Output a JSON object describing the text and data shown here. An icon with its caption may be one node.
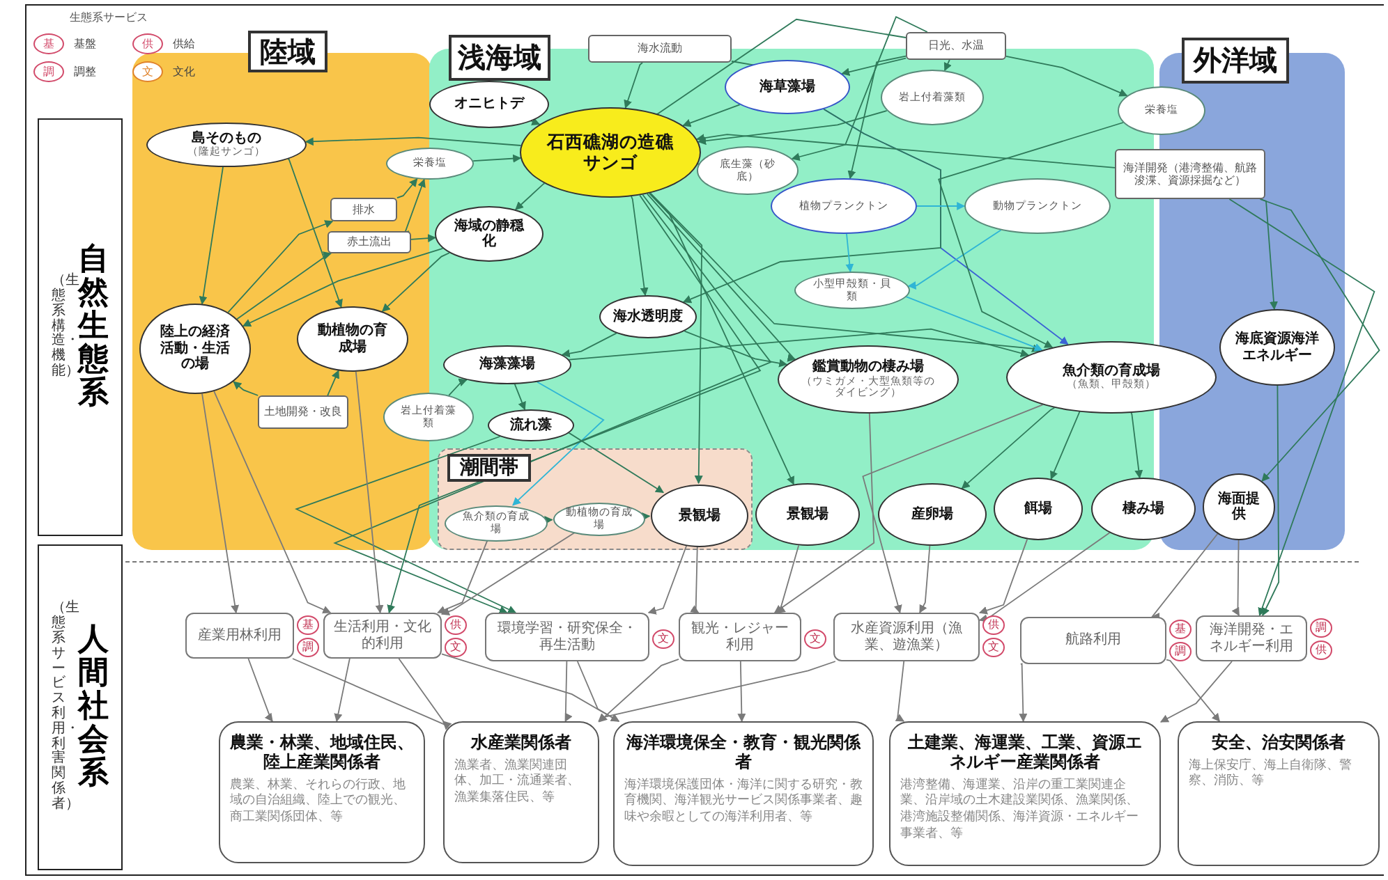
{
  "diagram": {
    "nodes": [
      {
        "text": [
          "陸域"
        ]
      },
      {
        "text": [
          "浅海域"
        ]
      },
      {
        "text": [
          "外洋域"
        ]
      },
      {
        "text": [
          "潮間帯"
        ],
        "in": 1
      },
      {
        "text": [
          "（生態系構造・機能）",
          "自然生態系"
        ]
      },
      {
        "text": [
          "（生態系サービス利用・利害関係者）",
          "人間社会系"
        ]
      },
      {
        "text": [
          "島そのもの",
          "（隆起サンゴ）"
        ],
        "in": 0
      },
      {
        "text": [
          "陸上の経済活動・生活の場"
        ],
        "in": 0
      },
      {
        "text": [
          "動植物の育成場"
        ],
        "in": 0
      },
      {
        "text": [
          "排水"
        ],
        "in": 0
      },
      {
        "text": [
          "赤土流出"
        ],
        "in": 0
      },
      {
        "text": [
          "栄養塩"
        ]
      },
      {
        "text": [
          "土地開発・改良"
        ],
        "in": 0
      },
      {
        "text": [
          "オニヒトデ"
        ],
        "in": 1
      },
      {
        "text": [
          "海水流動"
        ]
      },
      {
        "text": [
          "石西礁湖の造礁サンゴ"
        ],
        "in": 1
      },
      {
        "text": [
          "海草藻場"
        ],
        "in": 1
      },
      {
        "text": [
          "日光、水温"
        ]
      },
      {
        "text": [
          "岩上付着藻類"
        ],
        "in": 1
      },
      {
        "text": [
          "底生藻（砂底）"
        ],
        "in": 1
      },
      {
        "text": [
          "植物プランクトン"
        ],
        "in": 1
      },
      {
        "text": [
          "動物プランクトン"
        ],
        "in": 1
      },
      {
        "text": [
          "小型甲殻類・貝類"
        ],
        "in": 1
      },
      {
        "text": [
          "海域の静穏化"
        ],
        "in": 1
      },
      {
        "text": [
          "海水透明度"
        ],
        "in": 1
      },
      {
        "text": [
          "海藻藻場"
        ],
        "in": 1
      },
      {
        "text": [
          "岩上付着藻類"
        ]
      },
      {
        "text": [
          "流れ藻"
        ],
        "in": 1
      },
      {
        "text": [
          "鑑賞動物の棲み場",
          "（ウミガメ・大型魚類等のダイビング）"
        ],
        "in": 1
      },
      {
        "text": [
          "魚介類の育成場",
          "（魚類、甲殻類）"
        ]
      },
      {
        "text": [
          "栄養塩"
        ]
      },
      {
        "text": [
          "海洋開発（港湾整備、航路浚渫、資源採掘など）"
        ]
      },
      {
        "text": [
          "海底資源海洋エネルギー"
        ],
        "in": 2
      },
      {
        "text": [
          "魚介類の育成場"
        ],
        "in": 3
      },
      {
        "text": [
          "動植物の育成場"
        ],
        "in": 3
      },
      {
        "text": [
          "景観場"
        ],
        "in": 3
      },
      {
        "text": [
          "景観場"
        ],
        "in": 1
      },
      {
        "text": [
          "産卵場"
        ],
        "in": 1
      },
      {
        "text": [
          "餌場"
        ],
        "in": 1
      },
      {
        "text": [
          "棲み場"
        ],
        "in": 1
      },
      {
        "text": [
          "海面提供"
        ],
        "in": 2
      },
      {
        "text": [
          "産業用林利用"
        ],
        "beside": [
          "基",
          "調"
        ]
      },
      {
        "text": [
          "生活利用・文化的利用"
        ],
        "beside": [
          "供",
          "文"
        ]
      },
      {
        "text": [
          "環境学習・研究保全・再生活動"
        ],
        "beside": [
          "文"
        ]
      },
      {
        "text": [
          "観光・レジャー利用"
        ],
        "beside": [
          "文"
        ]
      },
      {
        "text": [
          "水産資源利用（漁業、遊漁業）"
        ],
        "beside": [
          "供",
          "文"
        ]
      },
      {
        "text": [
          "航路利用"
        ],
        "beside": [
          "基",
          "調"
        ]
      },
      {
        "text": [
          "海洋開発・エネルギー利用"
        ],
        "beside": [
          "調",
          "供"
        ]
      },
      {
        "text": [
          "農業・林業、地域住民、陸上産業関係者",
          "農業、林業、それらの行政、地域の自治組織、陸上での観光、商工業関係団体、等"
        ]
      },
      {
        "text": [
          "水産業関係者",
          "漁業者、漁業関連団体、加工・流通業者、漁業集落住民、等"
        ]
      },
      {
        "text": [
          "海洋環境保全・教育・観光関係者",
          "海洋環境保護団体・海洋に関する研究・教育機関、海洋観光サービス関係事業者、趣味や余暇としての海洋利用者、等"
        ]
      },
      {
        "text": [
          "土建業、海運業、工業、資源エネルギー産業関係者",
          "港湾整備、海運業、沿岸の重工業関連企業、沿岸域の土木建設業関係、漁業関係、港湾施設整備関係、海洋資源・エネルギー事業者、等"
        ]
      },
      {
        "text": [
          "安全、治安関係者",
          "海上保安庁、海上自衛隊、警察、消防、等"
        ]
      }
    ],
    "edges": [
      {
        "from": 14,
        "to": 15,
        "arrow": "to"
      },
      {
        "from": 14,
        "to": 16,
        "arrow": "to"
      },
      {
        "from": 17,
        "to": 16,
        "arrow": "to"
      },
      {
        "from": 17,
        "to": 15,
        "arrow": "to"
      },
      {
        "from": 17,
        "to": 18,
        "arrow": "to"
      },
      {
        "from": 17,
        "to": 19,
        "arrow": "to"
      },
      {
        "from": 17,
        "to": 20,
        "arrow": "to"
      },
      {
        "from": 17,
        "to": 30,
        "arrow": "to"
      },
      {
        "from": 13,
        "to": 15,
        "arrow": "to"
      },
      {
        "from": 15,
        "to": 6,
        "arrow": "to"
      },
      {
        "from": 7,
        "to": 9,
        "arrow": "to"
      },
      {
        "from": 7,
        "to": 10,
        "arrow": "to"
      },
      {
        "from": 9,
        "to": 11,
        "arrow": "to"
      },
      {
        "from": 10,
        "to": 11,
        "arrow": "to"
      },
      {
        "from": 10,
        "to": 23,
        "arrow": "to"
      },
      {
        "from": 11,
        "to": 15,
        "arrow": "to"
      },
      {
        "from": 15,
        "to": 23,
        "arrow": "to"
      },
      {
        "from": 15,
        "to": 24,
        "arrow": "to"
      },
      {
        "from": 15,
        "to": 28,
        "arrow": "to"
      },
      {
        "from": 15,
        "to": 29,
        "arrow": "to"
      },
      {
        "from": 15,
        "to": 35,
        "arrow": "to"
      },
      {
        "from": 15,
        "to": 36,
        "arrow": "to"
      },
      {
        "from": 16,
        "to": 15,
        "arrow": "to"
      },
      {
        "from": 16,
        "to": 29,
        "arrow": "to",
        "color": "#3b62d4"
      },
      {
        "from": 16,
        "to": 24,
        "arrow": "to"
      },
      {
        "from": 18,
        "to": 15,
        "arrow": "to"
      },
      {
        "from": 19,
        "to": 15,
        "arrow": "to"
      },
      {
        "from": 20,
        "to": 21,
        "arrow": "to",
        "color": "#2fb5d5"
      },
      {
        "from": 20,
        "to": 22,
        "arrow": "to",
        "color": "#2fb5d5"
      },
      {
        "from": 21,
        "to": 22,
        "arrow": "to",
        "color": "#2fb5d5"
      },
      {
        "from": 22,
        "to": 29,
        "arrow": "to",
        "color": "#2fb5d5"
      },
      {
        "from": 23,
        "to": 7,
        "arrow": "to"
      },
      {
        "from": 6,
        "to": 7,
        "arrow": "to"
      },
      {
        "from": 6,
        "to": 8,
        "arrow": "to"
      },
      {
        "from": 23,
        "to": 8,
        "arrow": "to"
      },
      {
        "from": 24,
        "to": 28,
        "arrow": "to"
      },
      {
        "from": 24,
        "to": 25,
        "arrow": "to"
      },
      {
        "from": 25,
        "to": 27,
        "arrow": "to"
      },
      {
        "from": 25,
        "to": 29,
        "arrow": "to"
      },
      {
        "from": 25,
        "to": 33,
        "arrow": "to",
        "color": "#2fb5d5"
      },
      {
        "from": 26,
        "to": 25,
        "arrow": "to"
      },
      {
        "from": 27,
        "to": 35,
        "arrow": "to"
      },
      {
        "from": 31,
        "to": 32,
        "arrow": "to"
      },
      {
        "from": 31,
        "to": 40,
        "arrow": "to"
      },
      {
        "from": 31,
        "to": 15,
        "arrow": "to"
      },
      {
        "from": 29,
        "to": 38,
        "arrow": "to"
      },
      {
        "from": 29,
        "to": 39,
        "arrow": "to"
      },
      {
        "from": 29,
        "to": 37,
        "arrow": "to"
      },
      {
        "from": 33,
        "to": 34,
        "arrow": "to"
      },
      {
        "from": 34,
        "to": 35,
        "arrow": "to"
      },
      {
        "from": 12,
        "to": 7,
        "arrow": "to"
      },
      {
        "from": 12,
        "to": 8,
        "arrow": "to"
      },
      {
        "from": 30,
        "to": 29,
        "arrow": "to"
      },
      {
        "from": 15,
        "to": 42,
        "arrow": "to"
      },
      {
        "from": 15,
        "to": 43,
        "arrow": "to"
      },
      {
        "from": 27,
        "to": 43,
        "arrow": "to"
      },
      {
        "from": 31,
        "to": 47,
        "arrow": "to"
      },
      {
        "from": 32,
        "to": 47,
        "arrow": "to"
      },
      {
        "from": 7,
        "to": 41,
        "arrow": "to",
        "color": "#7a7a7a"
      },
      {
        "from": 7,
        "to": 42,
        "arrow": "to",
        "color": "#7a7a7a"
      },
      {
        "from": 8,
        "to": 42,
        "arrow": "to",
        "color": "#7a7a7a"
      },
      {
        "from": 35,
        "to": 43,
        "arrow": "to",
        "color": "#7a7a7a"
      },
      {
        "from": 35,
        "to": 44,
        "arrow": "to",
        "color": "#7a7a7a"
      },
      {
        "from": 36,
        "to": 44,
        "arrow": "to",
        "color": "#7a7a7a"
      },
      {
        "from": 37,
        "to": 45,
        "arrow": "to",
        "color": "#7a7a7a"
      },
      {
        "from": 38,
        "to": 45,
        "arrow": "to",
        "color": "#7a7a7a"
      },
      {
        "from": 39,
        "to": 45,
        "arrow": "to",
        "color": "#7a7a7a"
      },
      {
        "from": 40,
        "to": 46,
        "arrow": "to",
        "color": "#7a7a7a"
      },
      {
        "from": 40,
        "to": 47,
        "arrow": "to",
        "color": "#7a7a7a"
      },
      {
        "from": 33,
        "to": 42,
        "arrow": "to",
        "color": "#7a7a7a"
      },
      {
        "from": 34,
        "to": 42,
        "arrow": "to",
        "color": "#7a7a7a"
      },
      {
        "from": 28,
        "to": 44,
        "arrow": "to",
        "color": "#7a7a7a"
      },
      {
        "from": 29,
        "to": 45,
        "arrow": "to",
        "color": "#7a7a7a"
      },
      {
        "from": 41,
        "to": 48,
        "arrow": "to",
        "color": "#7a7a7a"
      },
      {
        "from": 42,
        "to": 48,
        "arrow": "to",
        "color": "#7a7a7a"
      },
      {
        "from": 42,
        "to": 50,
        "arrow": "to",
        "color": "#7a7a7a"
      },
      {
        "from": 43,
        "to": 50,
        "arrow": "to",
        "color": "#7a7a7a"
      },
      {
        "from": 44,
        "to": 50,
        "arrow": "to",
        "color": "#7a7a7a"
      },
      {
        "from": 45,
        "to": 49,
        "arrow": "to",
        "color": "#7a7a7a"
      },
      {
        "from": 45,
        "to": 51,
        "arrow": "to",
        "color": "#7a7a7a"
      },
      {
        "from": 46,
        "to": 51,
        "arrow": "to",
        "color": "#7a7a7a"
      },
      {
        "from": 46,
        "to": 52,
        "arrow": "to",
        "color": "#7a7a7a"
      },
      {
        "from": 47,
        "to": 51,
        "arrow": "to",
        "color": "#7a7a7a"
      },
      {
        "from": 41,
        "to": 49,
        "arrow": "to",
        "color": "#7a7a7a"
      },
      {
        "from": 44,
        "to": 49,
        "arrow": "to",
        "color": "#7a7a7a"
      },
      {
        "from": 43,
        "to": 49,
        "arrow": "to",
        "color": "#7a7a7a"
      },
      {
        "from": 42,
        "to": 49,
        "arrow": "to",
        "color": "#7a7a7a"
      }
    ],
    "labels": [
      "生態系サービス",
      "基",
      "供",
      "調",
      "文"
    ],
    "legend": [
      {
        "text": "基盤"
      },
      {
        "text": "供給"
      },
      {
        "text": "調整"
      },
      {
        "text": "文化"
      }
    ]
  }
}
